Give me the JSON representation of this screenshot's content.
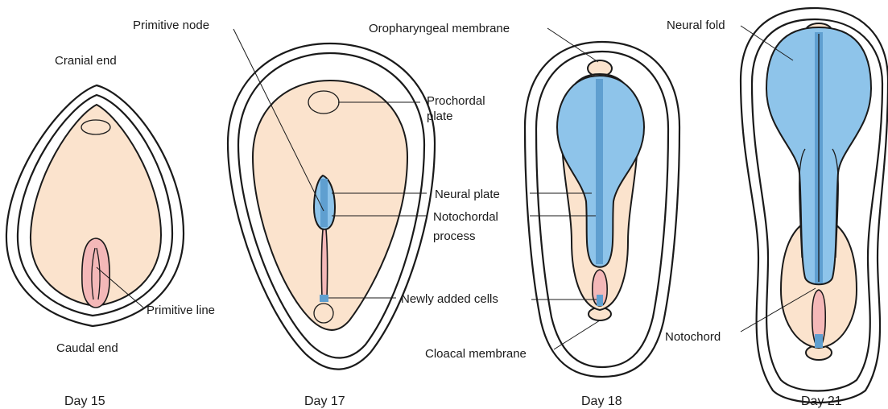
{
  "colors": {
    "embryo_skin": "#fbe3cd",
    "neural_blue": "#8ec4ea",
    "notochord_blue": "#5f9fd0",
    "streak_pink": "#f4b8b8"
  },
  "panels": [
    {
      "day": "Day 15"
    },
    {
      "day": "Day 17"
    },
    {
      "day": "Day 18"
    },
    {
      "day": "Day 21"
    }
  ],
  "labels": {
    "cranial_end": "Cranial end",
    "caudal_end": "Caudal end",
    "primitive_line": "Primitive line",
    "primitive_node": "Primitive node",
    "prochordal_plate_1": "Prochordal",
    "prochordal_plate_2": "plate",
    "neural_plate": "Neural plate",
    "notochordal_process_1": "Notochordal",
    "notochordal_process_2": "process",
    "newly_added_cells": "Newly added cells",
    "oropharyngeal_membrane": "Oropharyngeal membrane",
    "cloacal_membrane": "Cloacal membrane",
    "neural_fold": "Neural fold",
    "notochord": "Notochord"
  }
}
